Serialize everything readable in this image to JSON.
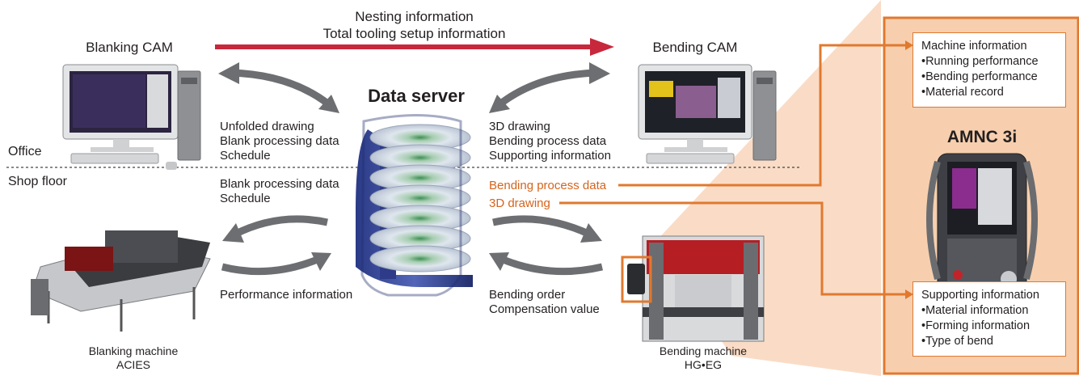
{
  "top_flow": {
    "line1": "Nesting information",
    "line2": "Total tooling setup information"
  },
  "nodes": {
    "blanking_cam": "Blanking CAM",
    "bending_cam": "Bending CAM",
    "data_server": "Data server",
    "amnc": "AMNC 3i",
    "blanking_machine": {
      "line1": "Blanking machine",
      "line2": "ACIES"
    },
    "bending_machine": {
      "line1": "Bending machine",
      "line2": "HG•EG"
    }
  },
  "zones": {
    "office": "Office",
    "shop_floor": "Shop floor"
  },
  "labels": {
    "left_upper": [
      "Unfolded drawing",
      "Blank processing data",
      "Schedule"
    ],
    "right_upper": [
      "3D drawing",
      "Bending process data",
      "Supporting information"
    ],
    "left_lower": [
      "Blank processing data",
      "Schedule"
    ],
    "right_lower_orange": [
      "Bending process data",
      "3D drawing"
    ],
    "left_bottom": "Performance information",
    "right_bottom": [
      "Bending order",
      "Compensation value"
    ]
  },
  "panel": {
    "machine_info": {
      "title": "Machine information",
      "items": [
        "•Running performance",
        "•Bending performance",
        "•Material record"
      ]
    },
    "supporting_info": {
      "title": "Supporting information",
      "items": [
        "•Material information",
        "•Forming information",
        "•Type of bend"
      ]
    }
  },
  "colors": {
    "top_arrow": "#c8283c",
    "gray_arrows": "#6d6e71",
    "orange_lines": "#e0792f",
    "panel_fill": "#f7cfae",
    "server_blue": "#3d4f9c"
  }
}
